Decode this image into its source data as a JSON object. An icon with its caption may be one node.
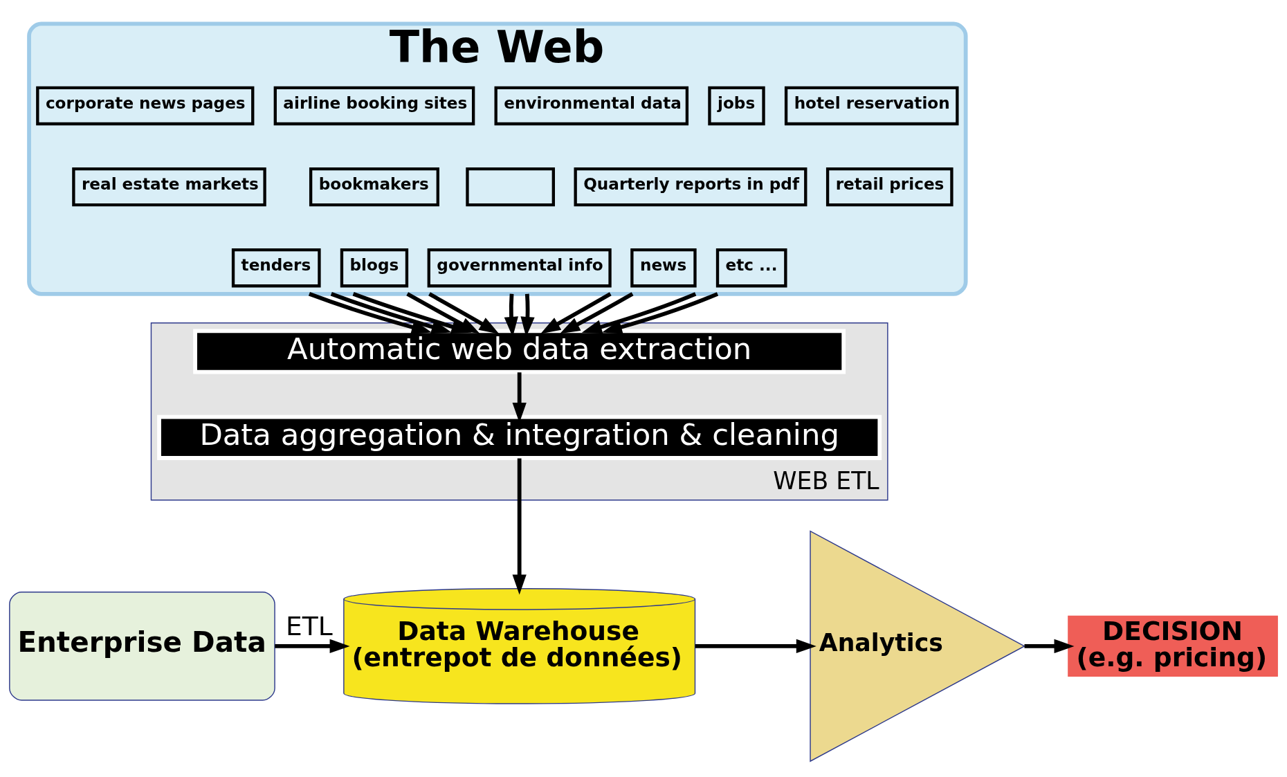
{
  "diagram": {
    "nodes": [
      {
        "text": [
          "The Web"
        ]
      },
      {
        "text": [
          "corporate news pages"
        ],
        "in": 0
      },
      {
        "text": [
          "airline booking sites"
        ],
        "in": 0
      },
      {
        "text": [
          "environmental data"
        ],
        "in": 0
      },
      {
        "text": [
          "jobs"
        ],
        "in": 0
      },
      {
        "text": [
          "hotel reservation"
        ],
        "in": 0
      },
      {
        "text": [
          "real estate markets"
        ],
        "in": 0
      },
      {
        "text": [
          "bookmakers"
        ],
        "in": 0
      },
      {
        "text": [],
        "shape": "box",
        "in": 0
      },
      {
        "text": [
          "Quarterly reports in pdf"
        ],
        "in": 0
      },
      {
        "text": [
          "retail prices"
        ],
        "in": 0
      },
      {
        "text": [
          "tenders"
        ],
        "in": 0
      },
      {
        "text": [
          "blogs"
        ],
        "in": 0
      },
      {
        "text": [
          "governmental info"
        ],
        "in": 0
      },
      {
        "text": [
          "news"
        ],
        "in": 0
      },
      {
        "text": [
          "etc ..."
        ],
        "in": 0
      },
      {
        "text": [
          "WEB ETL"
        ]
      },
      {
        "text": [
          "Automatic web data extraction"
        ],
        "in": 16
      },
      {
        "text": [
          "Data aggregation & integration & cleaning"
        ],
        "in": 16
      },
      {
        "text": [
          "Enterprise Data"
        ]
      },
      {
        "text": [
          "Data Warehouse",
          "(entrepot de données)"
        ]
      },
      {
        "text": [
          "Analytics"
        ]
      },
      {
        "text": [
          "DECISION",
          "(e.g. pricing)"
        ]
      }
    ],
    "edges": [
      {
        "from": 0,
        "to": 17,
        "arrow": "to"
      },
      {
        "from": 0,
        "to": 17,
        "arrow": "to"
      },
      {
        "from": 0,
        "to": 17,
        "arrow": "to"
      },
      {
        "from": 0,
        "to": 17,
        "arrow": "to"
      },
      {
        "from": 0,
        "to": 17,
        "arrow": "to"
      },
      {
        "from": 0,
        "to": 17,
        "arrow": "to"
      },
      {
        "from": 0,
        "to": 17,
        "arrow": "to"
      },
      {
        "from": 0,
        "to": 17,
        "arrow": "to"
      },
      {
        "from": 0,
        "to": 17,
        "arrow": "to"
      },
      {
        "from": 0,
        "to": 17,
        "arrow": "to"
      },
      {
        "from": 0,
        "to": 17,
        "arrow": "to"
      },
      {
        "from": 17,
        "to": 18,
        "arrow": "to"
      },
      {
        "from": 18,
        "to": 20,
        "arrow": "to"
      },
      {
        "from": 19,
        "to": 20,
        "arrow": "to",
        "label": "ETL"
      },
      {
        "from": 20,
        "to": 21,
        "arrow": "to"
      },
      {
        "from": 21,
        "to": 22,
        "arrow": "to"
      }
    ]
  }
}
